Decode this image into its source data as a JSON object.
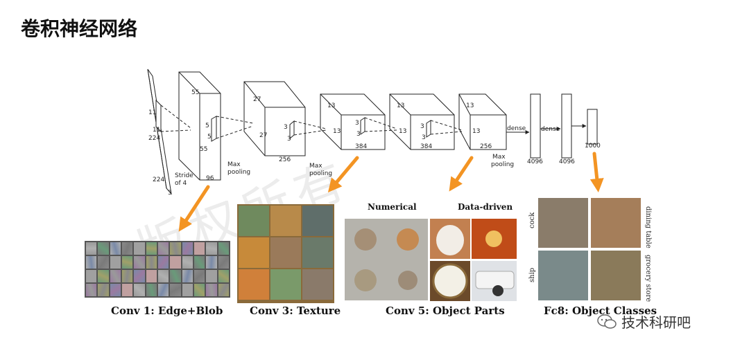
{
  "page": {
    "title": "卷积神经网络"
  },
  "network": {
    "input": {
      "size_a": "224",
      "size_b": "224",
      "depth": "3",
      "kernel_a": "11",
      "kernel_b": "11"
    },
    "layer1": {
      "size": "55",
      "size_b": "55",
      "depth": "96",
      "kernel_a": "5",
      "kernel_b": "5",
      "note_a": "Stride",
      "note_b": "of 4"
    },
    "layer2": {
      "size": "27",
      "size_b": "27",
      "depth": "256",
      "kernel_a": "3",
      "kernel_b": "3"
    },
    "layer3": {
      "size": "13",
      "size_b": "13",
      "depth": "384",
      "kernel_a": "3",
      "kernel_b": "3"
    },
    "layer4": {
      "size": "13",
      "size_b": "13",
      "depth": "384",
      "kernel_a": "3",
      "kernel_b": "3"
    },
    "layer5": {
      "size": "13",
      "size_b": "13",
      "depth": "256"
    },
    "pool1": {
      "line1": "Max",
      "line2": "pooling"
    },
    "pool2": {
      "line1": "Max",
      "line2": "pooling"
    },
    "pool3": {
      "line1": "Max",
      "line2": "pooling"
    },
    "dense1": {
      "label": "dense",
      "units": "4096"
    },
    "dense2": {
      "label": "dense",
      "units": "4096"
    },
    "output": {
      "units": "1000"
    }
  },
  "panels": {
    "conv1": {
      "caption": "Conv 1: Edge+Blob"
    },
    "conv3": {
      "caption": "Conv 3: Texture"
    },
    "conv5": {
      "caption": "Conv 5: Object Parts",
      "sub_left": "Numerical",
      "sub_right": "Data-driven"
    },
    "fc8": {
      "caption": "Fc8: Object Classes",
      "label_cock": "cock",
      "label_dining": "dining table",
      "label_ship": "ship",
      "label_grocery": "grocery store"
    }
  },
  "watermark": {
    "text": "版权所有"
  },
  "wechat": {
    "name": "技术科研吧"
  },
  "colors": {
    "arrow": "#f39423",
    "line": "#222222"
  }
}
